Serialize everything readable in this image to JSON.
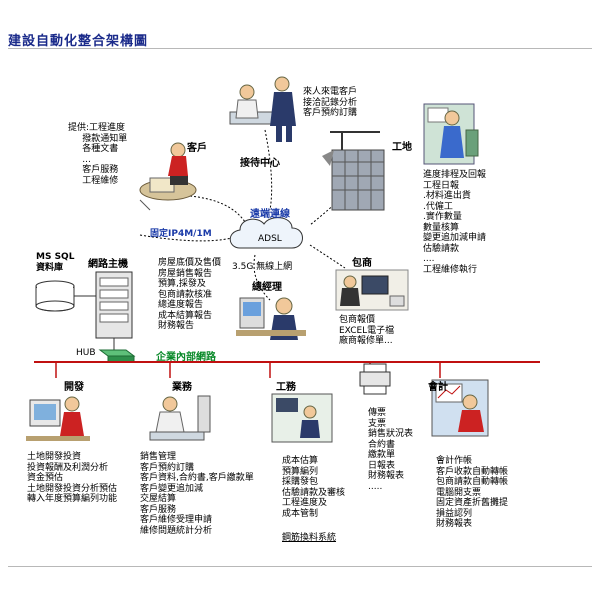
{
  "title": "建設自動化整合架構圖",
  "nodes": {
    "customer": {
      "label": "客戶",
      "notes": "提供:工程進度\n     撥款通知單\n     各種文書\n     ...\n     客戶服務\n     工程維修"
    },
    "reception": {
      "label": "接待中心",
      "notes": "來人來電客戶\n接洽記錄分析\n客戶預約訂購"
    },
    "site": {
      "label": "工地",
      "notes": "進度排程及回報\n工程日報\n.材料進出貨\n.代僱工\n.實作數量\n數量核算\n變更追加減申請\n估驗請款\n....\n工程維修執行"
    },
    "network": {
      "remote_link": "遠端連線",
      "adsl": "ADSL",
      "fixed_ip": "固定IP4M/1M",
      "wireless": "3.5G 無線上網"
    },
    "contractor": {
      "label": "包商",
      "notes": "包商報價\nEXCEL電子檔\n廠商報修單..."
    },
    "manager": {
      "label": "總經理",
      "notes": "房屋底價及售價\n房屋銷售報告\n預算,採發及\n包商請款核准\n總進度報告\n成本結算報告\n財務報告"
    },
    "database": {
      "label": "MS SQL\n資料庫"
    },
    "server": {
      "label": "網路主機"
    },
    "hub": {
      "label": "HUB"
    },
    "lan": {
      "label": "企業內部網路"
    },
    "departments": [
      {
        "label": "開發",
        "notes": "土地開發投資\n投資報酬及利潤分析\n資金預估\n土地開發投資分析預估\n轉入年度預算編列功能"
      },
      {
        "label": "業務",
        "notes": "銷售管理\n客戶預約訂購\n客戶資料,合約書,客戶繳款單\n客戶變更追加減\n交屋結算\n客戶服務\n客戶維修受理申請\n維修問題統計分析"
      },
      {
        "label": "工務",
        "notes": "成本估算\n預算編列\n採購發包\n估驗請款及審核\n工程進度及\n成本管制",
        "link": "鋼筋換料系統"
      },
      {
        "label": "",
        "notes": "傳票\n支票\n銷售狀況表\n合約書\n繳款單\n日報表\n財務報表\n....."
      },
      {
        "label": "會計",
        "notes": "會計作帳\n客戶收款自動轉帳\n包商請款自動轉帳\n電腦開支票\n固定資產折舊攤提\n損益認列\n財務報表"
      }
    ]
  },
  "colors": {
    "title": "#1a2a8a",
    "link_label": "#1a3aa8",
    "lan_label": "#0a8a2a",
    "lan_line": "#c01010"
  }
}
